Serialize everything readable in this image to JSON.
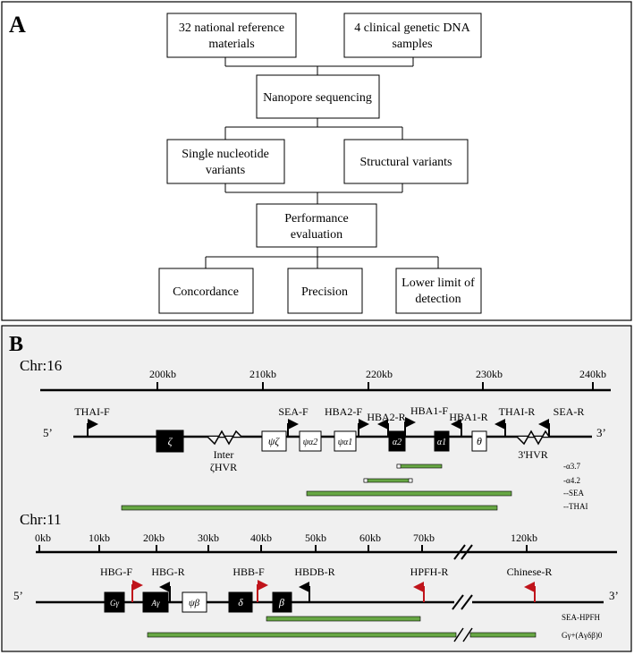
{
  "panel_a": {
    "label": "A",
    "boxes": {
      "ref_materials": [
        "32 national reference",
        "materials"
      ],
      "clinical_samples": [
        "4 clinical genetic DNA",
        "samples"
      ],
      "nanopore": [
        "Nanopore sequencing"
      ],
      "snv": [
        "Single nucleotide",
        "variants"
      ],
      "sv": [
        "Structural variants"
      ],
      "performance": [
        "Performance",
        "evaluation"
      ],
      "concordance": [
        "Concordance"
      ],
      "precision": [
        "Precision"
      ],
      "lower_limit": [
        "Lower limit of",
        "detection"
      ]
    }
  },
  "panel_b": {
    "label": "B",
    "chr16": {
      "title": "Chr:16",
      "ticks": [
        "200kb",
        "210kb",
        "220kb",
        "230kb",
        "240kb"
      ],
      "five_prime": "5’",
      "three_prime": "3’",
      "primers": [
        "THAI-F",
        "SEA-F",
        "HBA2-F",
        "HBA2-R",
        "HBA1-F",
        "HBA1-R",
        "THAI-R",
        "SEA-R"
      ],
      "genes": [
        "ζ",
        "ψζ",
        "ψα2",
        "ψα1",
        "α2",
        "α1",
        "θ"
      ],
      "hvr_inter": [
        "Inter",
        "ζHVR"
      ],
      "hvr_3": "3'HVR",
      "deletions": [
        "-α3.7",
        "-α4.2",
        "--SEA",
        "--THAI"
      ]
    },
    "chr11": {
      "title": "Chr:11",
      "ticks": [
        "0kb",
        "10kb",
        "20kb",
        "30kb",
        "40kb",
        "50kb",
        "60kb",
        "70kb",
        "120kb"
      ],
      "five_prime": "5’",
      "three_prime": "3’",
      "primers": [
        "HBG-F",
        "HBG-R",
        "HBB-F",
        "HBDB-R",
        "HPFH-R",
        "Chinese-R"
      ],
      "genes": [
        "Gγ",
        "Aγ",
        "ψβ",
        "δ",
        "β"
      ],
      "deletions": [
        "SEA-HPFH",
        "Gγ+(Aγδβ)0"
      ]
    }
  },
  "colors": {
    "deletion_bar": "#67a744",
    "primer_red": "#c0141b",
    "panel_b_bg": "#f0f0f0"
  }
}
